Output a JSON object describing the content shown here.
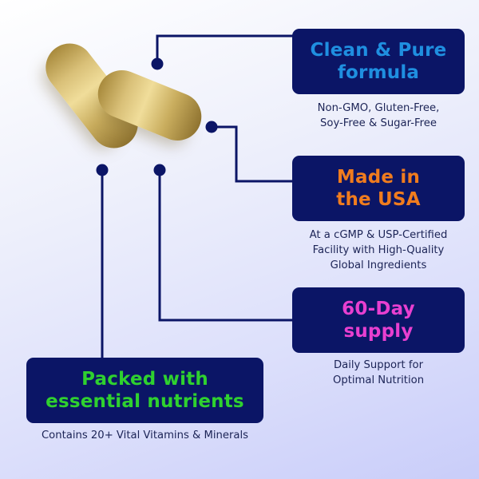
{
  "colors": {
    "box_bg": "#0b1566",
    "line": "#0b1566",
    "caption": "#1c2456",
    "clean_pure": "#1f8fe0",
    "made_usa": "#f07c1e",
    "sixty_day": "#e83fd0",
    "nutrients": "#2fd12f"
  },
  "product": {
    "image": "gold-capsules-icon"
  },
  "features": [
    {
      "title_line1": "Clean & Pure",
      "title_line2": "formula",
      "caption_line1": "Non-GMO, Gluten-Free,",
      "caption_line2": "Soy-Free & Sugar-Free"
    },
    {
      "title_line1": "Made in",
      "title_line2": "the USA",
      "caption_line1": "At a cGMP & USP-Certified",
      "caption_line2": "Facility with High-Quality",
      "caption_line3": "Global Ingredients"
    },
    {
      "title_line1": "60-Day",
      "title_line2": "supply",
      "caption_line1": "Daily Support for",
      "caption_line2": "Optimal Nutrition"
    },
    {
      "title_line1": "Packed with",
      "title_line2": "essential nutrients",
      "caption_line1": "Contains 20+ Vital Vitamins & Minerals"
    }
  ]
}
